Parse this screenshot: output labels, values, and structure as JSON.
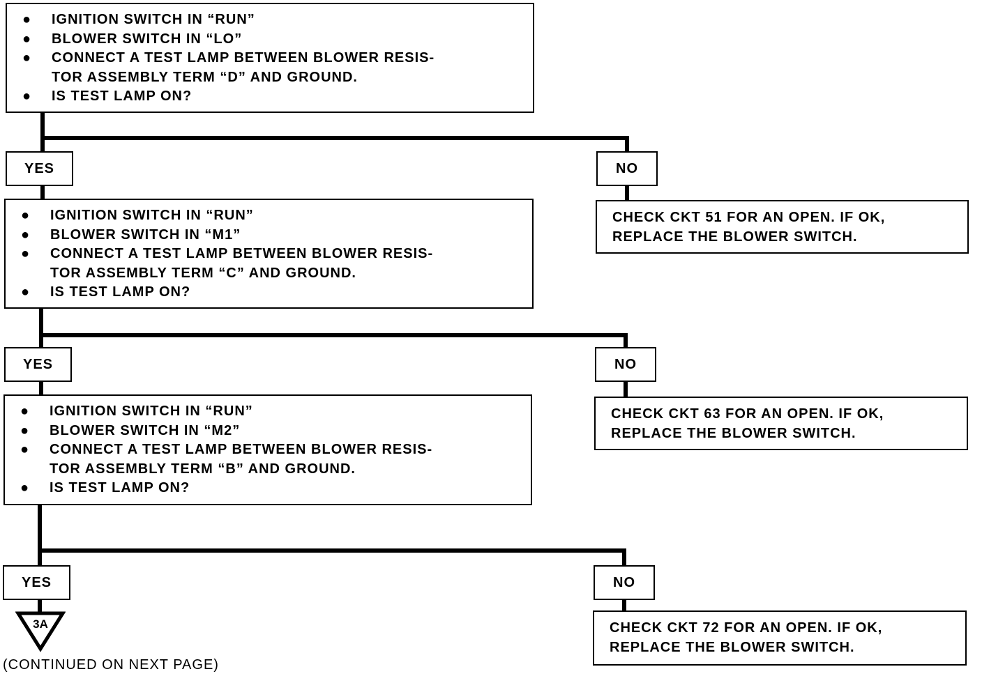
{
  "steps": [
    {
      "bullets": [
        "IGNITION SWITCH IN “RUN”",
        "BLOWER SWITCH IN “LO”",
        "CONNECT A TEST LAMP BETWEEN BLOWER RESIS-\nTOR ASSEMBLY TERM “D” AND GROUND.",
        "IS TEST LAMP ON?"
      ],
      "yes_label": "YES",
      "no_label": "NO",
      "no_result": "CHECK CKT 51 FOR AN OPEN.  IF OK,\nREPLACE THE BLOWER SWITCH."
    },
    {
      "bullets": [
        "IGNITION SWITCH IN “RUN”",
        "BLOWER SWITCH IN “M1”",
        "CONNECT A TEST LAMP BETWEEN BLOWER RESIS-\nTOR ASSEMBLY TERM “C” AND GROUND.",
        "IS TEST LAMP ON?"
      ],
      "yes_label": "YES",
      "no_label": "NO",
      "no_result": "CHECK CKT 63 FOR AN OPEN.  IF OK,\nREPLACE THE BLOWER SWITCH."
    },
    {
      "bullets": [
        "IGNITION SWITCH IN “RUN”",
        "BLOWER SWITCH IN “M2”",
        "CONNECT A TEST LAMP BETWEEN BLOWER RESIS-\nTOR ASSEMBLY TERM “B” AND GROUND.",
        "IS TEST LAMP ON?"
      ],
      "yes_label": "YES",
      "no_label": "NO",
      "no_result": "CHECK CKT 72 FOR AN OPEN.  IF OK,\nREPLACE THE BLOWER SWITCH."
    }
  ],
  "connector_label": "3A",
  "footer": "(CONTINUED ON NEXT PAGE)"
}
